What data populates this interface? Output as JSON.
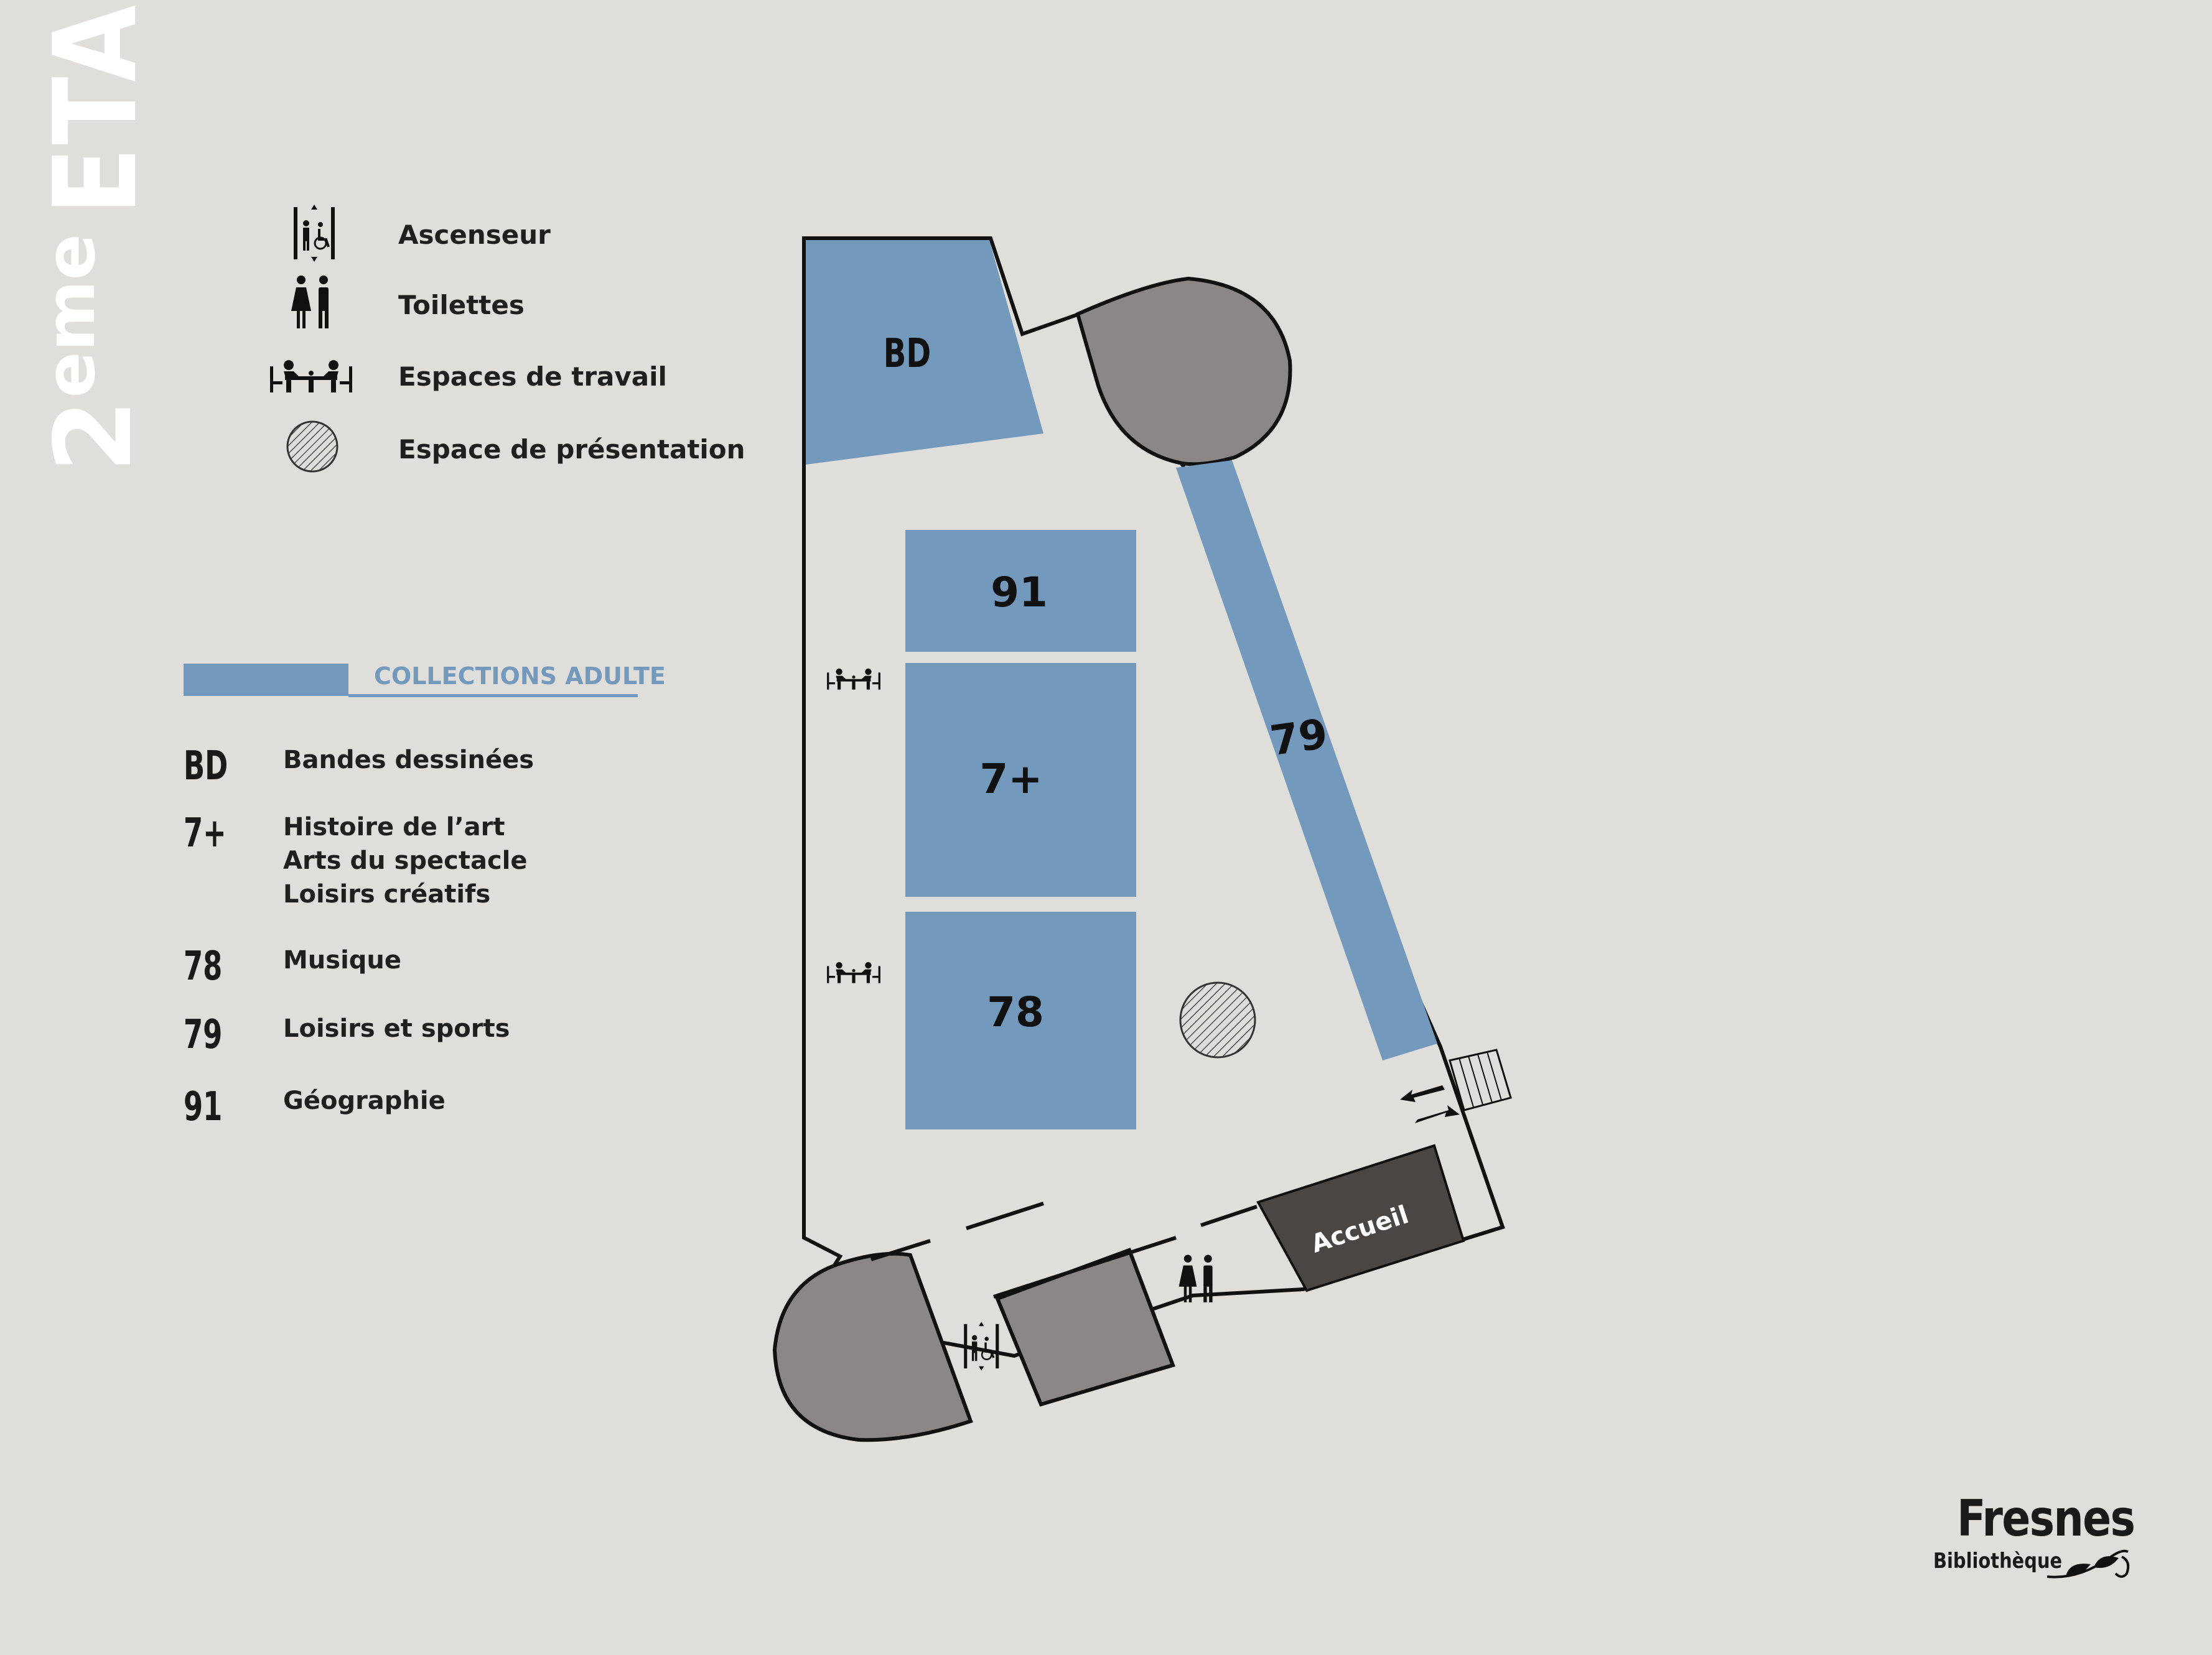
{
  "floor": {
    "number": "2",
    "suffix": "eme",
    "word": "ETAGE"
  },
  "legend": [
    {
      "icon": "elevator-icon",
      "label": "Ascenseur"
    },
    {
      "icon": "toilets-icon",
      "label": "Toilettes"
    },
    {
      "icon": "workspace-icon",
      "label": "Espaces de travail"
    },
    {
      "icon": "presentation-area-icon",
      "label": "Espace de présentation"
    }
  ],
  "collections": {
    "title": "COLLECTIONS ADULTE",
    "items": [
      {
        "code": "BD",
        "lines": [
          "Bandes dessinées"
        ]
      },
      {
        "code": "7+",
        "lines": [
          "Histoire de l’art",
          "Arts du spectacle",
          "Loisirs créatifs"
        ]
      },
      {
        "code": "78",
        "lines": [
          "Musique"
        ]
      },
      {
        "code": "79",
        "lines": [
          "Loisirs et sports"
        ]
      },
      {
        "code": "91",
        "lines": [
          "Géographie"
        ]
      }
    ]
  },
  "map": {
    "labels": {
      "bd": "BD",
      "s91": "91",
      "s7plus": "7+",
      "s78": "78",
      "s79": "79",
      "accueil": "Accueil"
    }
  },
  "colors": {
    "background": "#e0deda",
    "collection_blue": "#7399bd",
    "stair_grey": "#8b8787",
    "accueil_dark": "#4a4644",
    "wall": "#111111",
    "floor_fill": "#e0deda"
  },
  "logo": {
    "name": "Fresnes",
    "subtitle": "Bibliothèque"
  }
}
